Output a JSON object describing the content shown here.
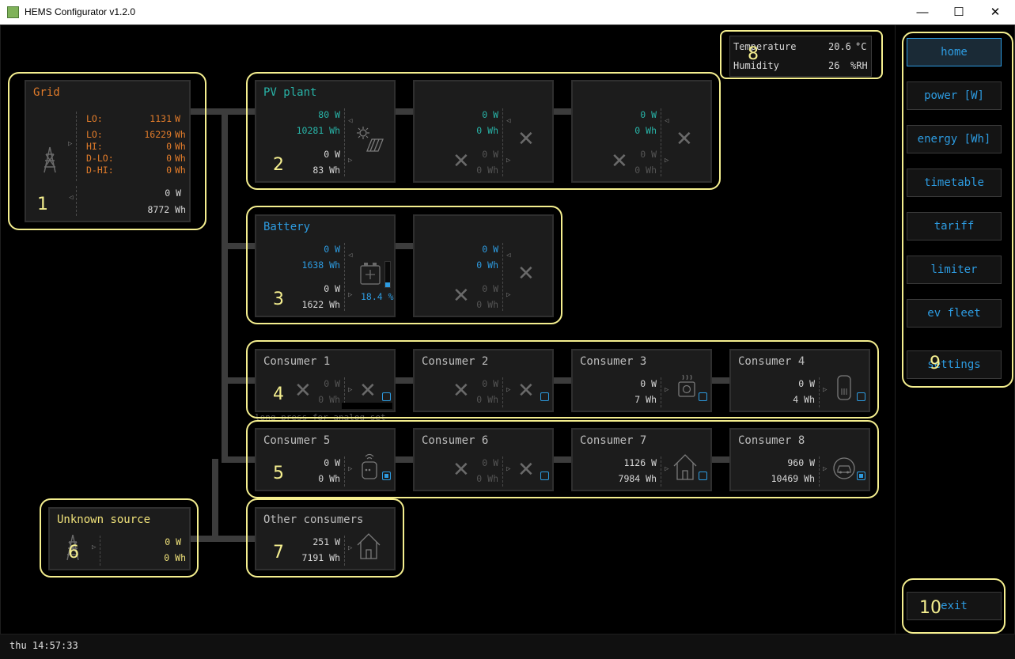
{
  "window": {
    "title": "HEMS Configurator v1.2.0",
    "minimize": "—",
    "maximize": "☐",
    "close": "✕"
  },
  "sensor": {
    "temp_label": "Temperature",
    "temp_value": "20.6",
    "temp_unit": "°C",
    "hum_label": "Humidity",
    "hum_value": "26",
    "hum_unit": "%RH"
  },
  "grid": {
    "title": "Grid",
    "rows": [
      {
        "label": "LO:",
        "value": "1131",
        "unit": "W"
      },
      {
        "label": "LO:",
        "value": "16229",
        "unit": "Wh"
      },
      {
        "label": "HI:",
        "value": "0",
        "unit": "Wh"
      },
      {
        "label": "D-LO:",
        "value": "0",
        "unit": "Wh"
      },
      {
        "label": "D-HI:",
        "value": "0",
        "unit": "Wh"
      }
    ],
    "out_w": "0 W",
    "out_wh": "8772 Wh"
  },
  "pv": {
    "title": "PV plant",
    "main": {
      "in_w": "80 W",
      "in_wh": "10281 Wh",
      "out_w": "0 W",
      "out_wh": "83 Wh"
    },
    "slot2": {
      "in_w": "0 W",
      "in_wh": "0 Wh",
      "out_w": "0 W",
      "out_wh": "0 Wh"
    },
    "slot3": {
      "in_w": "0 W",
      "in_wh": "0 Wh",
      "out_w": "0 W",
      "out_wh": "0 Wh"
    }
  },
  "battery": {
    "title": "Battery",
    "main": {
      "in_w": "0 W",
      "in_wh": "1638 Wh",
      "out_w": "0 W",
      "out_wh": "1622 Wh",
      "soc": "18.4 %"
    },
    "slot2": {
      "in_w": "0 W",
      "in_wh": "0 Wh",
      "out_w": "0 W",
      "out_wh": "0 Wh"
    }
  },
  "consumers": [
    {
      "title": "Consumer 1",
      "w": "0 W",
      "wh": "0 Wh"
    },
    {
      "title": "Consumer 2",
      "w": "0 W",
      "wh": "0 Wh"
    },
    {
      "title": "Consumer 3",
      "w": "0 W",
      "wh": "7 Wh"
    },
    {
      "title": "Consumer 4",
      "w": "0 W",
      "wh": "4 Wh"
    },
    {
      "title": "Consumer 5",
      "w": "0 W",
      "wh": "0 Wh"
    },
    {
      "title": "Consumer 6",
      "w": "0 W",
      "wh": "0 Wh"
    },
    {
      "title": "Consumer 7",
      "w": "1126 W",
      "wh": "7984 Wh"
    },
    {
      "title": "Consumer 8",
      "w": "960 W",
      "wh": "10469 Wh"
    }
  ],
  "tooltip": "long press for analog set",
  "unknown": {
    "title": "Unknown source",
    "w": "0 W",
    "wh": "0 Wh"
  },
  "other": {
    "title": "Other consumers",
    "w": "251 W",
    "wh": "7191 Wh"
  },
  "nav": {
    "home": "home",
    "power": "power [W]",
    "energy": "energy [Wh]",
    "timetable": "timetable",
    "tariff": "tariff",
    "limiter": "limiter",
    "ev_fleet": "ev fleet",
    "settings": "settings",
    "exit": "exit"
  },
  "annotations": [
    "1",
    "2",
    "3",
    "4",
    "5",
    "6",
    "7",
    "8",
    "9",
    "10"
  ],
  "status": {
    "clock": "thu 14:57:33"
  },
  "colors": {
    "grid": "#e07b2a",
    "pv": "#28b4a8",
    "battery": "#2d9be0",
    "unknown": "#f0e27a",
    "highlight": "#f5ef8f"
  }
}
